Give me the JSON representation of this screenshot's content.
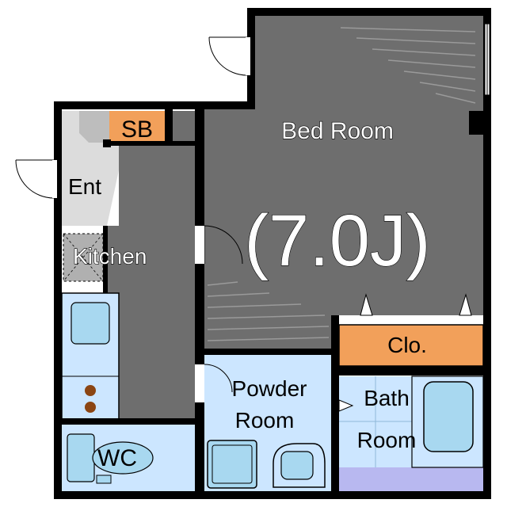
{
  "plan": {
    "bedroom": {
      "label": "Bed Room",
      "size": "(7.0J)"
    },
    "sb": {
      "label": "SB"
    },
    "entrance": {
      "label": "Ent"
    },
    "kitchen": {
      "label": "Kitchen"
    },
    "closet": {
      "label": "Clo."
    },
    "powder": {
      "line1": "Powder",
      "line2": "Room"
    },
    "bath": {
      "line1": "Bath",
      "line2": "Room"
    },
    "wc": {
      "label": "WC"
    }
  },
  "colors": {
    "wall": "#000000",
    "floor": "#6e6e6e",
    "entrance": "#dcdcdc",
    "wet_area": "#cce6ff",
    "fixture": "#a8d8f0",
    "storage": "#f2a05a",
    "bath_floor": "#b8b8f0",
    "balcony": "#ffffff"
  }
}
